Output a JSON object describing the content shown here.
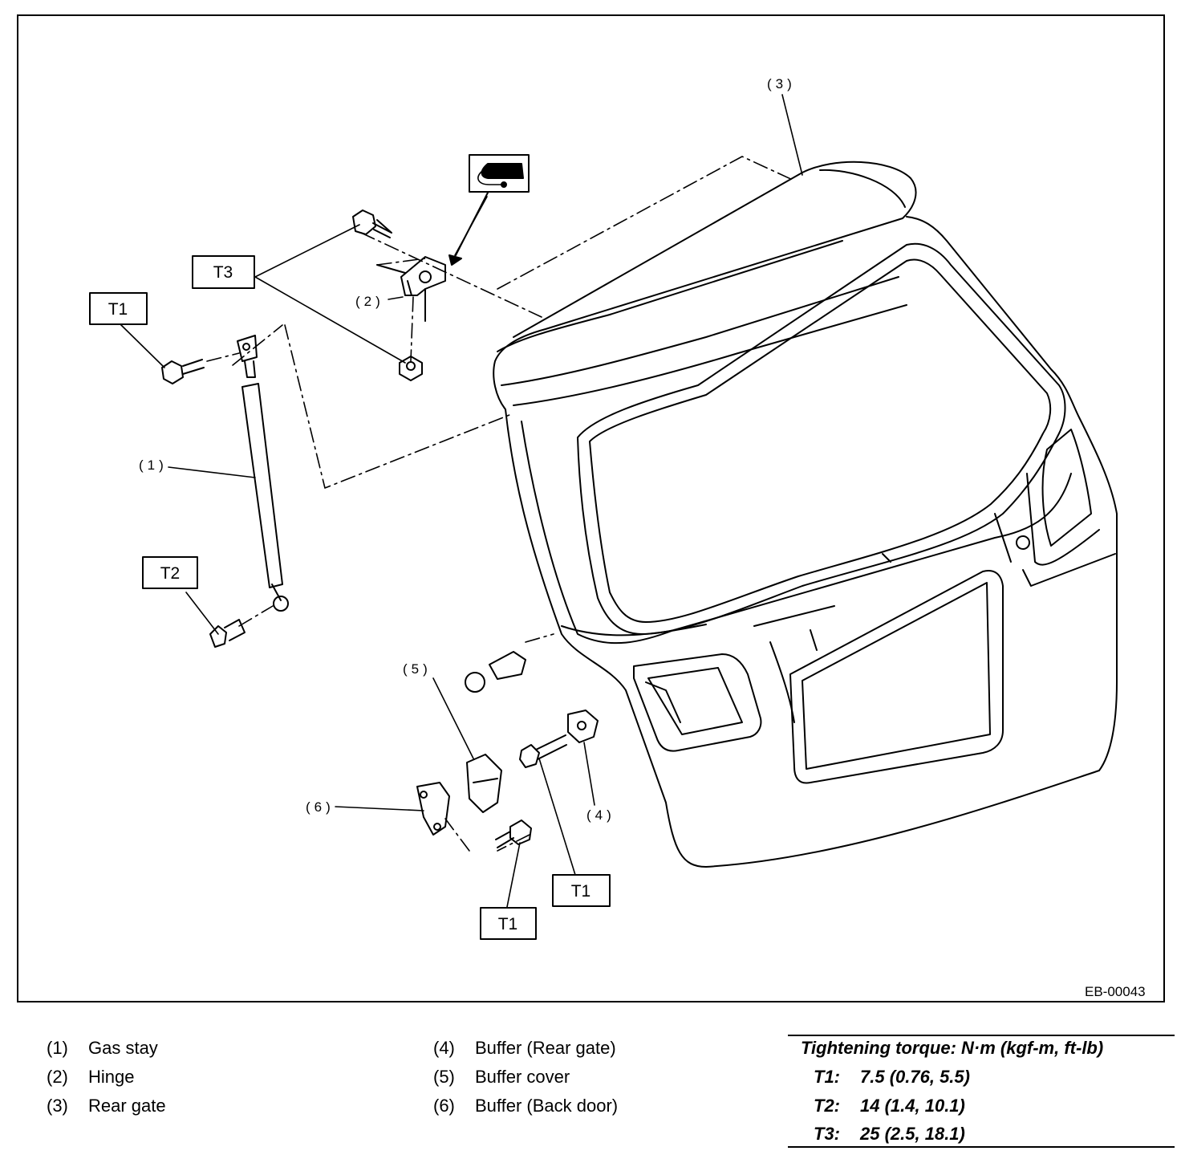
{
  "figure_code": "EB-00043",
  "callouts": {
    "c1": "(1)",
    "c2": "(2)",
    "c3": "(3)",
    "c4": "(4)",
    "c5": "(5)",
    "c6": "(6)"
  },
  "torque_boxes": {
    "t3": "T3",
    "t1_top": "T1",
    "t2": "T2",
    "t1_mid": "T1",
    "t1_bottom": "T1"
  },
  "legend": [
    {
      "num": "(1)",
      "text": "Gas stay"
    },
    {
      "num": "(2)",
      "text": "Hinge"
    },
    {
      "num": "(3)",
      "text": "Rear gate"
    },
    {
      "num": "(4)",
      "text": "Buffer (Rear gate)"
    },
    {
      "num": "(5)",
      "text": "Buffer cover"
    },
    {
      "num": "(6)",
      "text": "Buffer (Back door)"
    }
  ],
  "torque_table": {
    "title": "Tightening torque: N·m (kgf-m, ft-lb)",
    "rows": [
      {
        "label": "T1:",
        "value": "7.5 (0.76, 5.5)"
      },
      {
        "label": "T2:",
        "value": "14 (1.4, 10.1)"
      },
      {
        "label": "T3:",
        "value": "25 (2.5, 18.1)"
      }
    ]
  },
  "icons": [
    "grease-application-icon"
  ]
}
